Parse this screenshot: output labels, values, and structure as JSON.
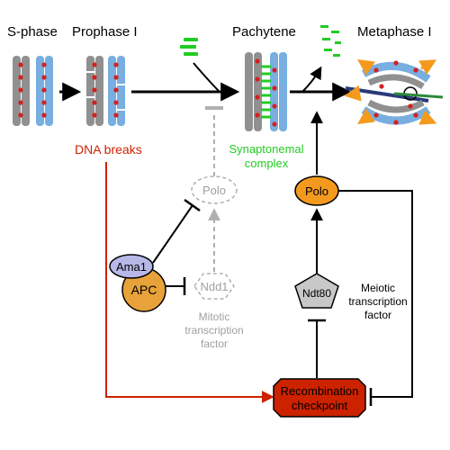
{
  "stages": {
    "s_phase": "S-phase",
    "prophase": "Prophase I",
    "pachytene": "Pachytene",
    "metaphase": "Metaphase I"
  },
  "labels": {
    "dna_breaks": "DNA breaks",
    "synaptonemal_line1": "Synaptonemal",
    "synaptonemal_line2": "complex"
  },
  "nodes": {
    "polo_inactive": "Polo",
    "polo_active": "Polo",
    "ama1": "Ama1",
    "apc": "APC",
    "ndd1": "Ndd1",
    "ndt80": "Ndt80",
    "checkpoint_line1": "Recombination",
    "checkpoint_line2": "checkpoint"
  },
  "captions": {
    "mitotic_tf_line1": "Mitotic",
    "mitotic_tf_line2": "transcription",
    "mitotic_tf_line3": "factor",
    "meiotic_tf_line1": "Meiotic",
    "meiotic_tf_line2": "transcription",
    "meiotic_tf_line3": "factor"
  },
  "colors": {
    "red_accent": "#cc2200",
    "green_accent": "#22cc22",
    "orange_node": "#f39a1e",
    "apc_node": "#e8a23a",
    "ama1_node": "#b8b8e8",
    "gray_inactive": "#b0b0b0",
    "chromosome_gray": "#909090",
    "chromosome_blue": "#78aee0",
    "crossover": "#d42020"
  }
}
